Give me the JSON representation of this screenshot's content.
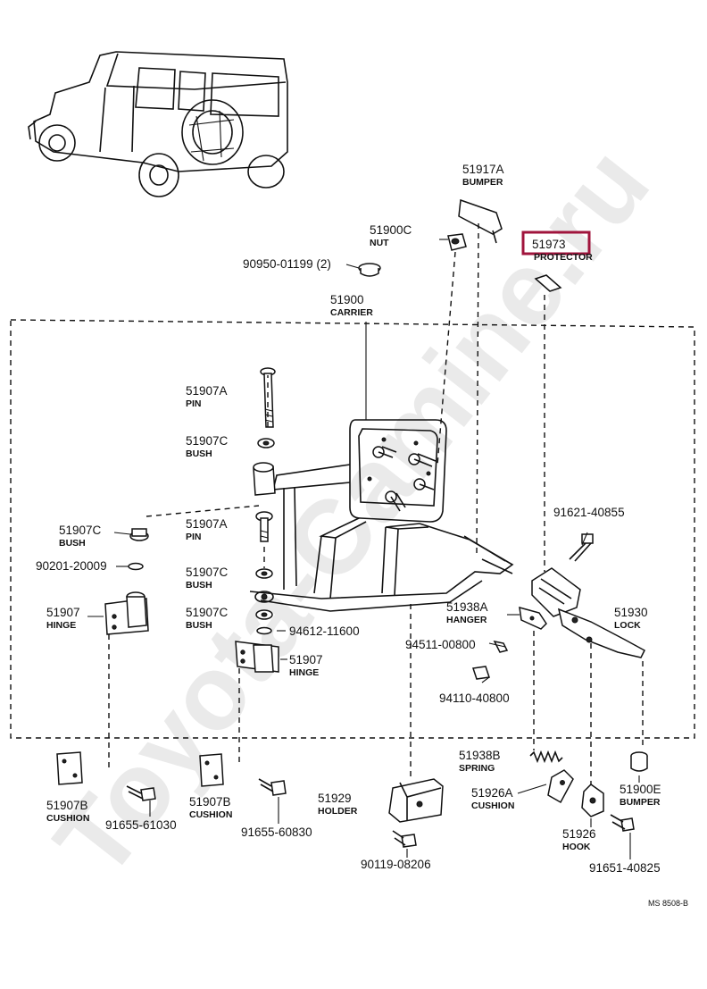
{
  "watermark": "Toyota-Camine.ru",
  "diagram_code": "MS 8508-B",
  "highlight_color": "#a0143c",
  "labels": {
    "l51917A": {
      "pn": "51917A",
      "name": "BUMPER"
    },
    "l51900C": {
      "pn": "51900C",
      "name": "NUT"
    },
    "l51973": {
      "pn": "51973",
      "name": "PROTECTOR"
    },
    "l90950": {
      "pn": "90950-01199 (2)"
    },
    "l51900": {
      "pn": "51900",
      "name": "CARRIER"
    },
    "l51907A_1": {
      "pn": "51907A",
      "name": "PIN"
    },
    "l51907C_1": {
      "pn": "51907C",
      "name": "BUSH"
    },
    "l51907C_2": {
      "pn": "51907C",
      "name": "BUSH"
    },
    "l51907A_2": {
      "pn": "51907A",
      "name": "PIN"
    },
    "l90201": {
      "pn": "90201-20009"
    },
    "l51907C_3": {
      "pn": "51907C",
      "name": "BUSH"
    },
    "l51907_1": {
      "pn": "51907",
      "name": "HINGE"
    },
    "l51907C_4": {
      "pn": "51907C",
      "name": "BUSH"
    },
    "l94612": {
      "pn": "94612-11600"
    },
    "l51907_2": {
      "pn": "51907",
      "name": "HINGE"
    },
    "l91621": {
      "pn": "91621-40855"
    },
    "l51930": {
      "pn": "51930",
      "name": "LOCK"
    },
    "l51938A": {
      "pn": "51938A",
      "name": "HANGER"
    },
    "l94511": {
      "pn": "94511-00800"
    },
    "l94110": {
      "pn": "94110-40800"
    },
    "l51938B": {
      "pn": "51938B",
      "name": "SPRING"
    },
    "l51907B_1": {
      "pn": "51907B",
      "name": "CUSHION"
    },
    "l91655_1": {
      "pn": "91655-61030"
    },
    "l51907B_2": {
      "pn": "51907B",
      "name": "CUSHION"
    },
    "l91655_2": {
      "pn": "91655-60830"
    },
    "l51929": {
      "pn": "51929",
      "name": "HOLDER"
    },
    "l90119": {
      "pn": "90119-08206"
    },
    "l51926A": {
      "pn": "51926A",
      "name": "CUSHION"
    },
    "l51926": {
      "pn": "51926",
      "name": "HOOK"
    },
    "l51900E": {
      "pn": "51900E",
      "name": "BUMPER"
    },
    "l91651": {
      "pn": "91651-40825"
    }
  }
}
